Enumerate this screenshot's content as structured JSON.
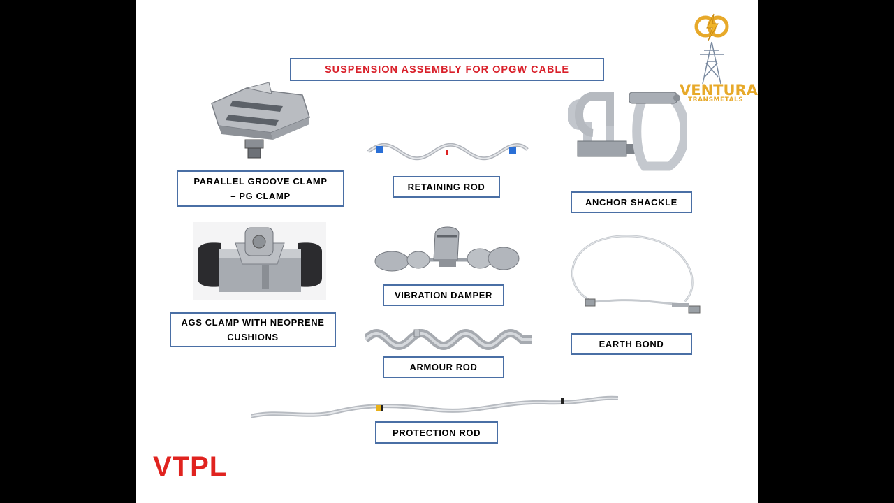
{
  "title": "SUSPENSION ASSEMBLY FOR OPGW CABLE",
  "logo": {
    "name": "VENTURA",
    "sub": "TRANSMETALS"
  },
  "brand": "VTPL",
  "labels": {
    "pg_clamp_line1": "PARALLEL GROOVE CLAMP",
    "pg_clamp_line2": "– PG CLAMP",
    "retaining_rod": "RETAINING ROD",
    "anchor_shackle": "ANCHOR SHACKLE",
    "ags_clamp_line1": "AGS CLAMP WITH NEOPRENE",
    "ags_clamp_line2": "CUSHIONS",
    "vibration_damper": "VIBRATION DAMPER",
    "earth_bond": "EARTH BOND",
    "armour_rod": "ARMOUR ROD",
    "protection_rod": "PROTECTION ROD"
  },
  "colors": {
    "title_text": "#d9202a",
    "label_border": "#4a6fa5",
    "brand": "#e0231f",
    "logo": "#e7a92a"
  }
}
